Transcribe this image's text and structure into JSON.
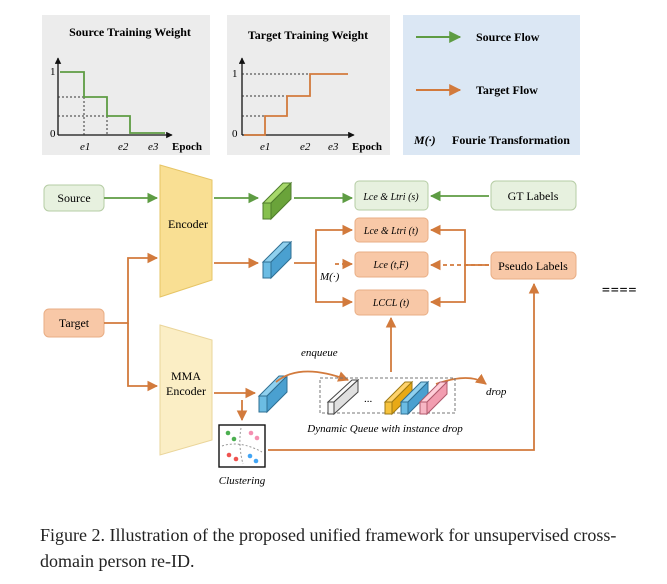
{
  "panels": {
    "source_weight": {
      "title": "Source Training Weight",
      "y_top": "1",
      "y_zero": "0",
      "ticks": [
        "e1",
        "e2",
        "e3"
      ],
      "axis": "Epoch"
    },
    "target_weight": {
      "title": "Target Training Weight",
      "y_top": "1",
      "y_zero": "0",
      "ticks": [
        "e1",
        "e2",
        "e3"
      ],
      "axis": "Epoch"
    }
  },
  "legend": {
    "source_flow": "Source Flow",
    "target_flow": "Target Flow",
    "fourier_symbol": "M(·)",
    "fourier_label": "Fourie Transformation"
  },
  "nodes": {
    "source": "Source",
    "target": "Target",
    "encoder": "Encoder",
    "mma_line1": "MMA",
    "mma_line2": "Encoder",
    "gt_labels": "GT Labels",
    "pseudo_labels": "Pseudo Labels",
    "loss_source": "Lce & Ltri (s)",
    "loss_target": "Lce & Ltri (t)",
    "loss_fourier": "Lce (t,F)",
    "loss_ccl": "LCCL (t)",
    "m_symbol": "M(·)",
    "enqueue": "enqueue",
    "drop": "drop",
    "queue_label": "Dynamic Queue with instance drop",
    "clustering": "Clustering",
    "dots": "..."
  },
  "side_mark": "====",
  "caption": "Figure 2. Illustration of the proposed unified framework for unsupervised cross-domain person re-ID.",
  "colors": {
    "source_green": "#5e9c43",
    "target_orange": "#d27a3c",
    "encoder_yellow": "#f9df93",
    "mma_yellow": "#fbeec5",
    "box_green": "#e7f1df",
    "box_orange": "#f8c8a7",
    "panel_gray": "#ececec",
    "legend_blue": "#dbe7f4"
  }
}
